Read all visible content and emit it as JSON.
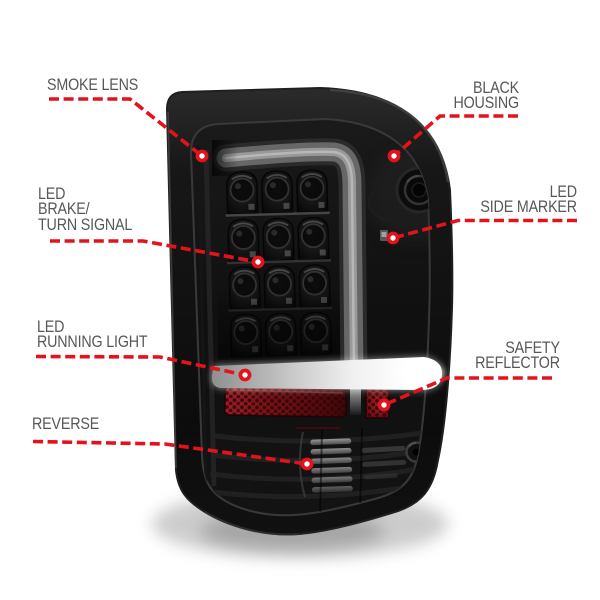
{
  "figure": {
    "subject": "led-tail-light",
    "kind": "product-callout-diagram"
  },
  "colors": {
    "background": "#ffffff",
    "accent_red": "#e4131b",
    "label_text": "#56575a",
    "housing_black": "#0d0d0d",
    "light_bar_gray": "#9c9c9c",
    "reflector_red": "#7d1216"
  },
  "callouts": [
    {
      "id": "smoke-lens",
      "side": "left",
      "lines": [
        "SMOKE LENS"
      ]
    },
    {
      "id": "black-housing",
      "side": "right",
      "lines": [
        "BLACK",
        "HOUSING"
      ]
    },
    {
      "id": "led-brake-turn-signal",
      "side": "left",
      "lines": [
        "LED",
        "BRAKE/",
        "TURN SIGNAL"
      ]
    },
    {
      "id": "led-side-marker",
      "side": "right",
      "lines": [
        "LED",
        "SIDE MARKER"
      ]
    },
    {
      "id": "led-running-light",
      "side": "left",
      "lines": [
        "LED",
        "RUNNING LIGHT"
      ]
    },
    {
      "id": "safety-reflector",
      "side": "right",
      "lines": [
        "SAFETY",
        "REFLECTOR"
      ]
    },
    {
      "id": "reverse",
      "side": "left",
      "lines": [
        "REVERSE"
      ]
    }
  ]
}
